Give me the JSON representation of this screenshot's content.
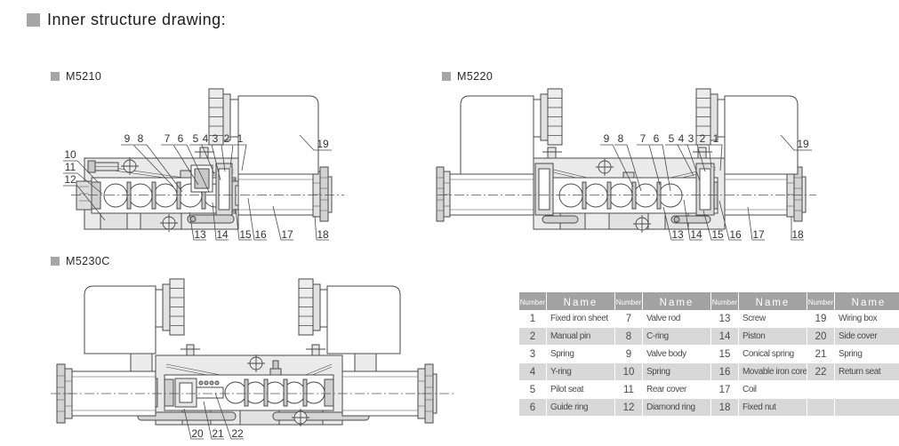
{
  "page": {
    "title": "Inner structure drawing:"
  },
  "sections": {
    "m5210": {
      "label": "M5210"
    },
    "m5220": {
      "label": "M5220"
    },
    "m5230c": {
      "label": "M5230C"
    }
  },
  "callouts": {
    "m5210": {
      "top": [
        "9",
        "8",
        "7",
        "6",
        "5",
        "4",
        "3",
        "2",
        "1"
      ],
      "left": [
        "10",
        "11",
        "12"
      ],
      "bottom": [
        "13",
        "14",
        "15",
        "16",
        "17",
        "18"
      ],
      "right": [
        "19"
      ]
    },
    "m5220": {
      "top": [
        "9",
        "8",
        "7",
        "6",
        "5",
        "4",
        "3",
        "2",
        "1"
      ],
      "bottom": [
        "13",
        "14",
        "15",
        "16",
        "17",
        "18"
      ],
      "right": [
        "19"
      ]
    },
    "m5230c": {
      "bottom": [
        "20",
        "21",
        "22"
      ]
    }
  },
  "table": {
    "headers": [
      "Number",
      "Name",
      "Number",
      "Name",
      "Number",
      "Name",
      "Number",
      "Name"
    ],
    "rows": [
      [
        "1",
        "Fixed iron sheet",
        "7",
        "Valve rod",
        "13",
        "Screw",
        "19",
        "Wiring box"
      ],
      [
        "2",
        "Manual pin",
        "8",
        "C-ring",
        "14",
        "Piston",
        "20",
        "Side cover"
      ],
      [
        "3",
        "Spring",
        "9",
        "Valve body",
        "15",
        "Conical spring",
        "21",
        "Spring"
      ],
      [
        "4",
        "Y-ring",
        "10",
        "Spring",
        "16",
        "Movable iron core",
        "22",
        "Return seat"
      ],
      [
        "5",
        "Pilot seat",
        "11",
        "Rear cover",
        "17",
        "Coil",
        "",
        ""
      ],
      [
        "6",
        "Guide ring",
        "12",
        "Diamond ring",
        "18",
        "Fixed nut",
        "",
        ""
      ]
    ]
  },
  "colors": {
    "bullet": "#a6a6a6",
    "table_header_bg": "#a2a2a2",
    "table_row_alt_bg": "#d8d8d8",
    "drawing_line": "#4a4a4a",
    "body_fill": "#eaeaea"
  }
}
